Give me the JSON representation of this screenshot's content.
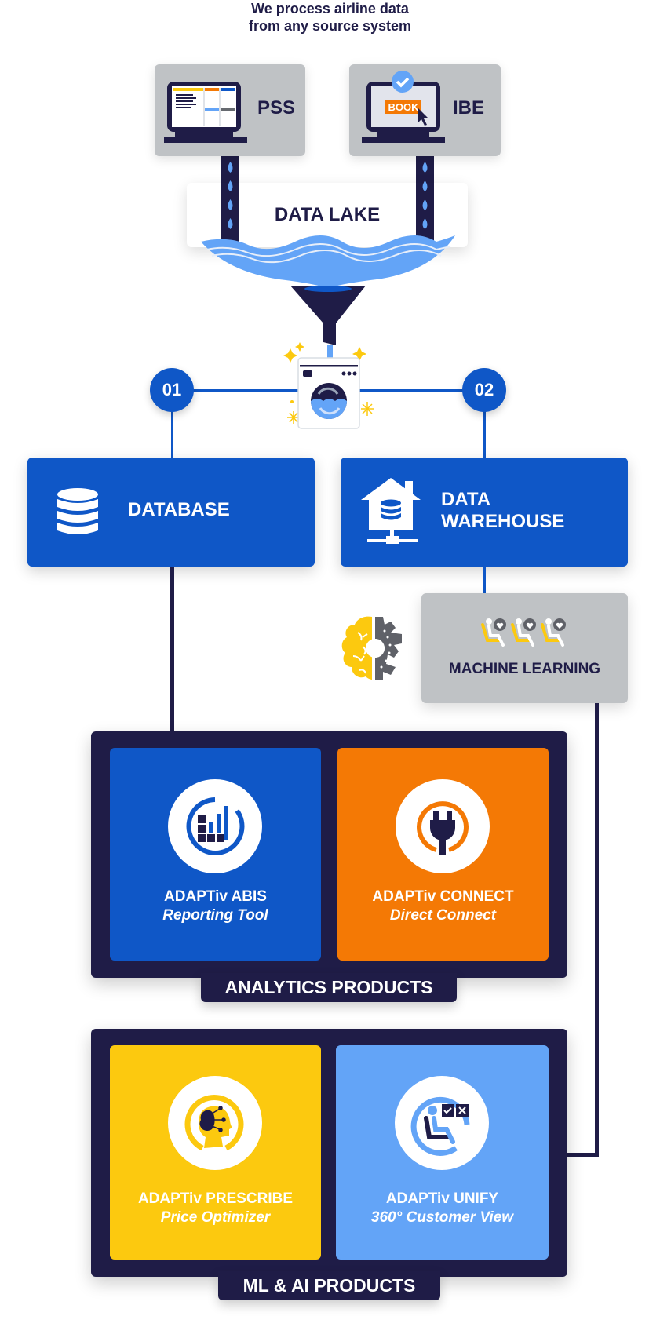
{
  "headline": {
    "line1": "We process airline data",
    "line2": "from any source system"
  },
  "sources": [
    {
      "label": "PSS",
      "icon": "computer-monitor-icon"
    },
    {
      "label": "IBE",
      "icon": "laptop-booking-icon",
      "button_text": "BOOK"
    }
  ],
  "data_lake": {
    "label": "DATA LAKE",
    "icon": "water-waves-icon"
  },
  "processing": {
    "icon": "washing-machine-icon"
  },
  "steps": [
    {
      "number": "01",
      "label": "DATABASE",
      "icon": "database-icon"
    },
    {
      "number": "02",
      "label_line1": "DATA",
      "label_line2": "WAREHOUSE",
      "icon": "data-warehouse-icon"
    }
  ],
  "machine_learning": {
    "label": "MACHINE LEARNING",
    "icon": "brain-gear-icon"
  },
  "groups": [
    {
      "label": "ANALYTICS PRODUCTS",
      "products": [
        {
          "title": "ADAPTiv ABIS",
          "subtitle": "Reporting Tool",
          "icon": "bar-chart-icon",
          "color": "#0f57c7"
        },
        {
          "title": "ADAPTiv CONNECT",
          "subtitle": "Direct Connect",
          "icon": "plug-icon",
          "color": "#f47905"
        }
      ]
    },
    {
      "label": "ML & AI PRODUCTS",
      "products": [
        {
          "title": "ADAPTiv PRESCRIBE",
          "subtitle": "Price Optimizer",
          "icon": "ai-head-icon",
          "color": "#fcc90f"
        },
        {
          "title": "ADAPTiv UNIFY",
          "subtitle": "360° Customer View",
          "icon": "passenger-seat-icon",
          "color": "#63a4f7"
        }
      ]
    }
  ],
  "colors": {
    "navy": "#1f1c47",
    "blue": "#0f57c7",
    "light_blue": "#63a4f7",
    "orange": "#f47905",
    "yellow": "#fcc90f",
    "gray": "#bfc2c5"
  }
}
